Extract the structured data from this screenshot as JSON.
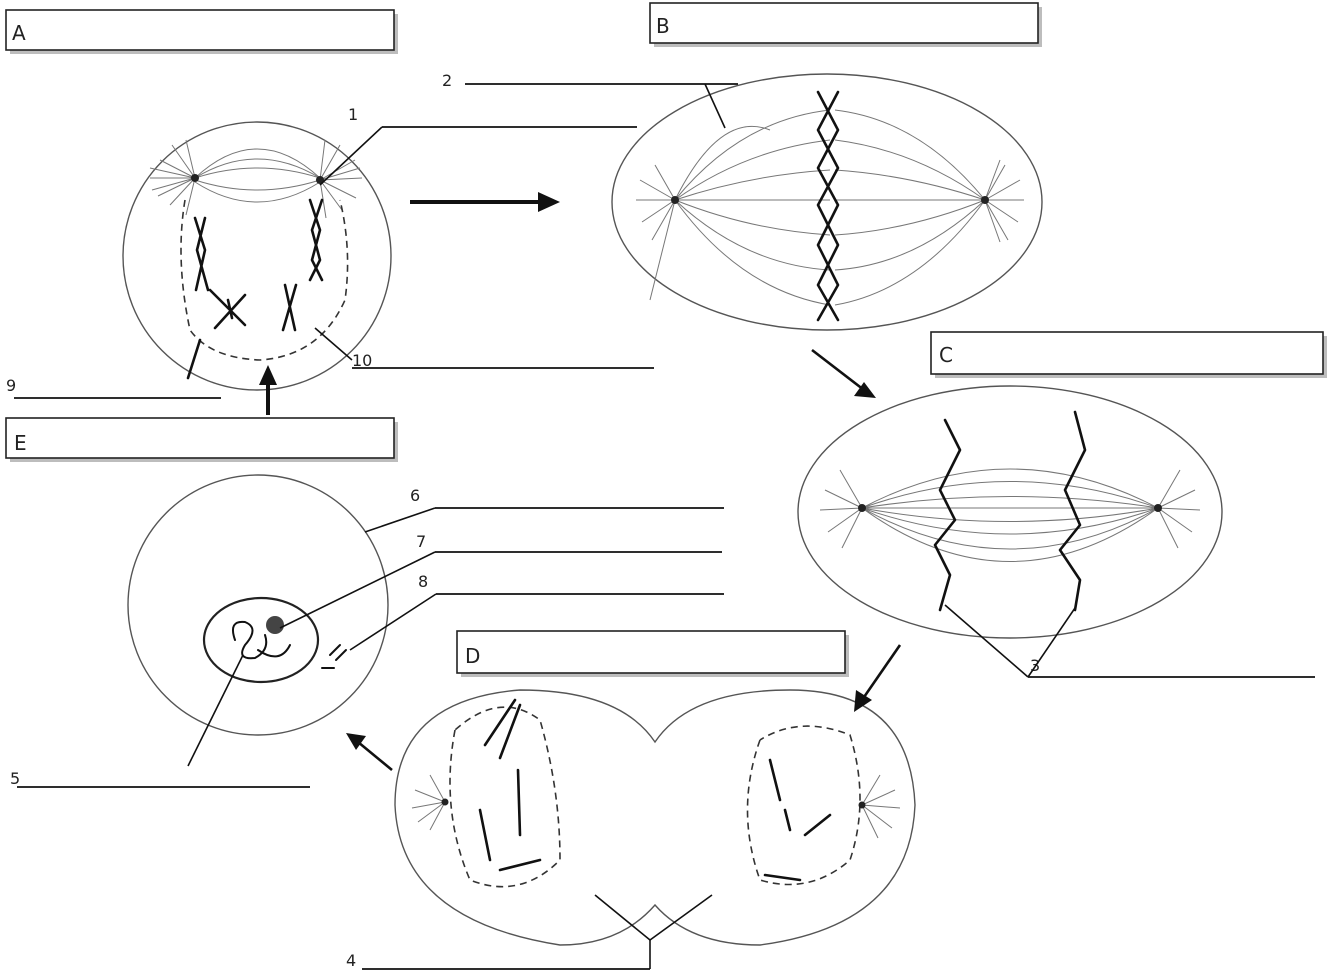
{
  "stage_labels": {
    "a": "A",
    "b": "B",
    "c": "C",
    "d": "D",
    "e": "E"
  },
  "callout_numbers": {
    "n1": "1",
    "n2": "2",
    "n3": "3",
    "n4": "4",
    "n5": "5",
    "n6": "6",
    "n7": "7",
    "n8": "8",
    "n9": "9",
    "n10": "10"
  }
}
